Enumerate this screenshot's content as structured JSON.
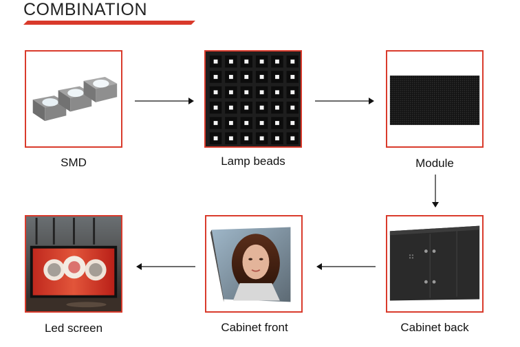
{
  "header": {
    "title": "COMBINATION"
  },
  "steps": [
    {
      "label": "SMD"
    },
    {
      "label": "Lamp beads"
    },
    {
      "label": "Module"
    },
    {
      "label": "Cabinet back"
    },
    {
      "label": "Cabinet front"
    },
    {
      "label": "Led screen"
    }
  ],
  "colors": {
    "accent": "#d93a2b",
    "dark": "#1b1b1b"
  }
}
